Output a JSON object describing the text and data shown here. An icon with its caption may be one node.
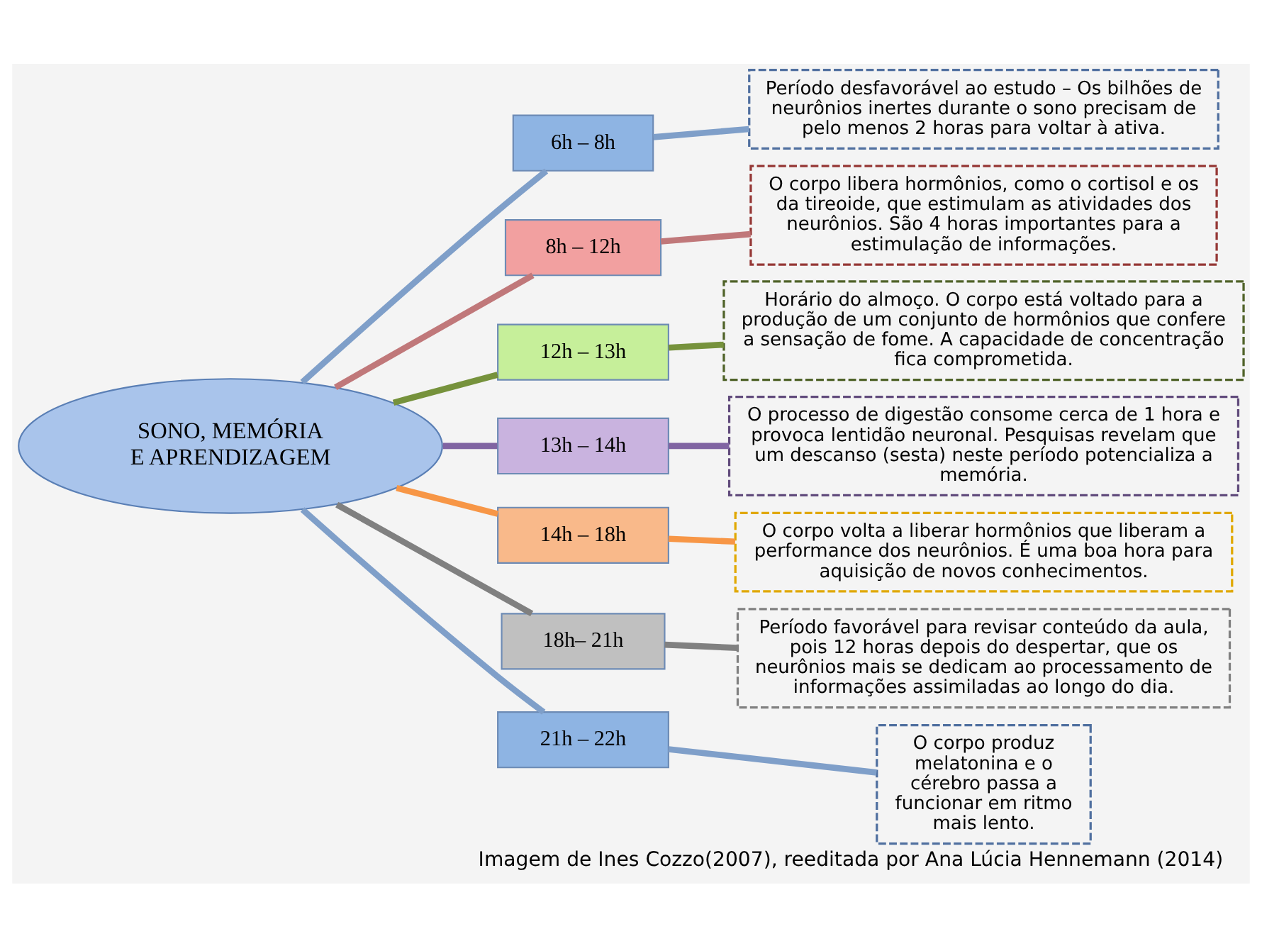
{
  "diagram": {
    "caption": "Imagem de Ines Cozzo(2007), reeditada por Ana Lúcia Hennemann (2014)",
    "nodes": [
      {
        "text": [
          "SONO, MEMÓRIA E APRENDIZAGEM"
        ]
      },
      {
        "text": [
          "6h – 8h"
        ]
      },
      {
        "text": [
          "8h – 12h"
        ]
      },
      {
        "text": [
          "12h – 13h"
        ]
      },
      {
        "text": [
          "13h – 14h"
        ]
      },
      {
        "text": [
          "14h – 18h"
        ]
      },
      {
        "text": [
          "18h– 21h"
        ]
      },
      {
        "text": [
          "21h – 22h"
        ]
      },
      {
        "text": [
          "Período desfavorável ao estudo – Os bilhões de neurônios inertes durante o sono precisam de pelo menos 2 horas para voltar à ativa."
        ]
      },
      {
        "text": [
          "O corpo libera hormônios, como o cortisol e os  da tireoide, que estimulam as atividades dos neurônios. São 4 horas importantes para a estimulação de informações."
        ]
      },
      {
        "text": [
          "Horário do almoço. O corpo está voltado para a produção de um conjunto de hormônios que confere a sensação de fome. A capacidade de concentração fica comprometida."
        ]
      },
      {
        "text": [
          "O processo de digestão consome cerca de 1 hora e provoca lentidão neuronal. Pesquisas revelam que um descanso (sesta) neste período potencializa a memória."
        ]
      },
      {
        "text": [
          "O corpo volta a liberar hormônios que liberam a performance dos neurônios. É uma boa hora para aquisição de novos conhecimentos."
        ]
      },
      {
        "text": [
          "Período favorável para revisar conteúdo da aula, pois 12 horas depois do despertar, que os neurônios mais se dedicam ao processamento de informações assimiladas ao longo do dia."
        ]
      },
      {
        "text": [
          "O corpo produz melatonina e o cérebro passa a funcionar em ritmo mais lento."
        ]
      }
    ],
    "edges": [
      {
        "from": 0,
        "to": 1,
        "arrow": "none",
        "color": "#7f9fc9"
      },
      {
        "from": 0,
        "to": 2,
        "arrow": "none",
        "color": "#c0787a"
      },
      {
        "from": 0,
        "to": 3,
        "arrow": "none",
        "color": "#76923c"
      },
      {
        "from": 0,
        "to": 4,
        "arrow": "none",
        "color": "#8064a2"
      },
      {
        "from": 0,
        "to": 5,
        "arrow": "none",
        "color": "#f79646"
      },
      {
        "from": 0,
        "to": 6,
        "arrow": "none",
        "color": "#808080"
      },
      {
        "from": 0,
        "to": 7,
        "arrow": "none",
        "color": "#7f9fc9"
      },
      {
        "from": 1,
        "to": 8,
        "arrow": "none",
        "color": "#7f9fc9"
      },
      {
        "from": 2,
        "to": 9,
        "arrow": "none",
        "color": "#c0787a"
      },
      {
        "from": 3,
        "to": 10,
        "arrow": "none",
        "color": "#76923c"
      },
      {
        "from": 4,
        "to": 11,
        "arrow": "none",
        "color": "#8064a2"
      },
      {
        "from": 5,
        "to": 12,
        "arrow": "none",
        "color": "#f79646"
      },
      {
        "from": 6,
        "to": 13,
        "arrow": "none",
        "color": "#808080"
      },
      {
        "from": 7,
        "to": 14,
        "arrow": "none",
        "color": "#7f9fc9"
      }
    ]
  }
}
